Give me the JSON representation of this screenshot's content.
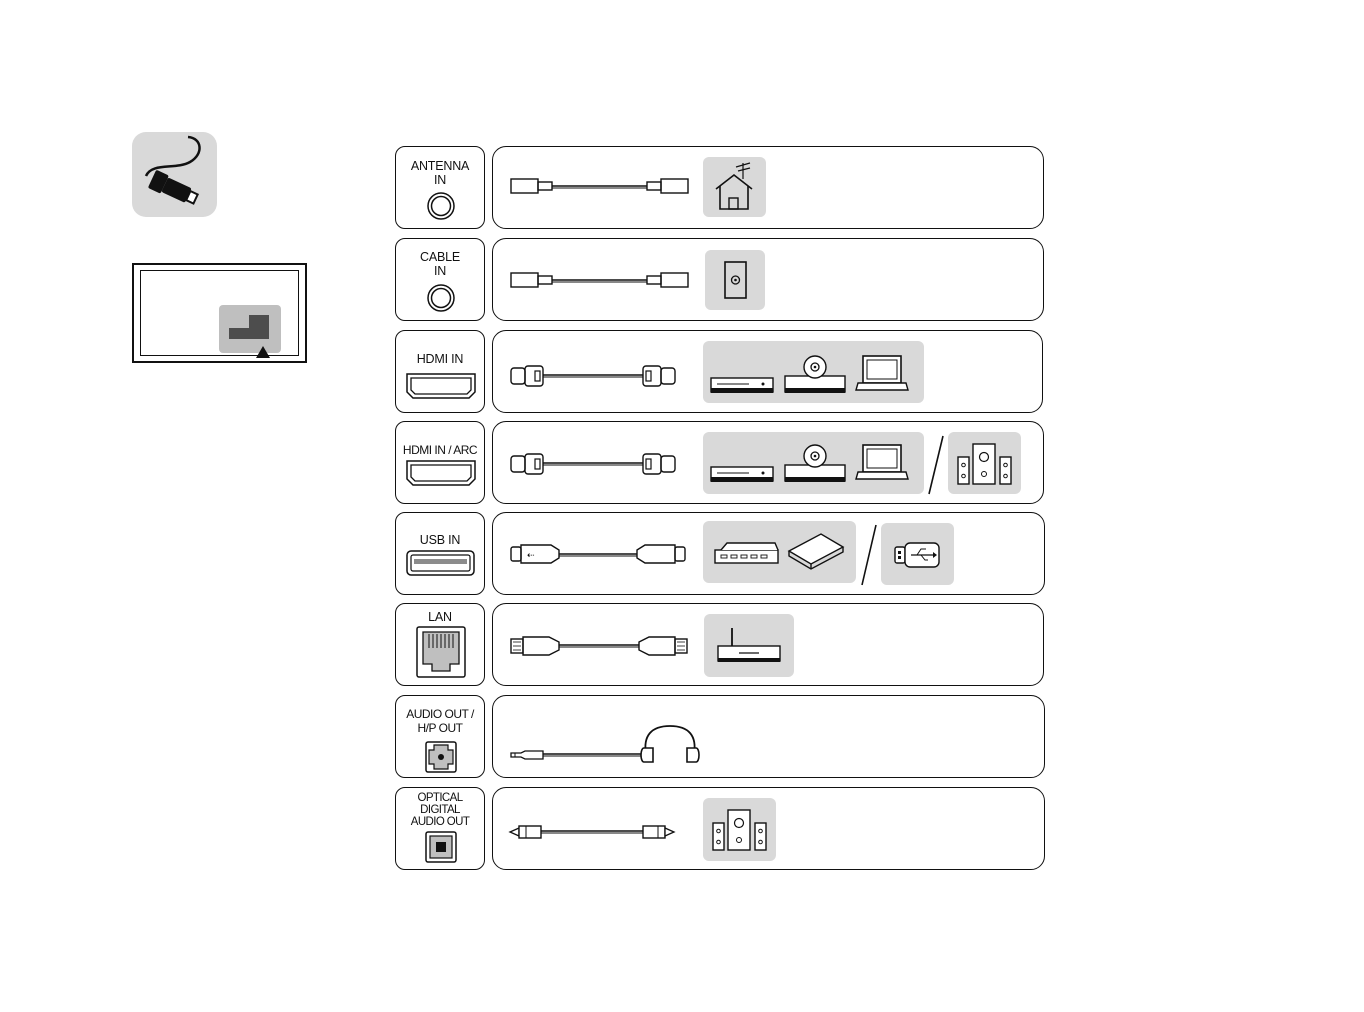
{
  "ports": [
    {
      "id": "antenna",
      "label": "ANTENNA\nIN"
    },
    {
      "id": "cable",
      "label": "CABLE\nIN"
    },
    {
      "id": "hdmi",
      "label": "HDMI IN"
    },
    {
      "id": "hdmi-arc",
      "label": "HDMI IN / ARC"
    },
    {
      "id": "usb",
      "label": "USB IN"
    },
    {
      "id": "lan",
      "label": "LAN"
    },
    {
      "id": "audio-out",
      "label": "AUDIO OUT /\nH/P OUT"
    },
    {
      "id": "optical",
      "label": "OPTICAL\nDIGITAL\nAUDIO OUT"
    }
  ],
  "icons": {
    "header": "cable-plug-icon",
    "tv": "tv-rear-panel-icon",
    "antenna": "house-antenna-icon",
    "wall": "wall-outlet-icon",
    "settop": "set-top-box-icon",
    "disc": "disc-player-icon",
    "laptop": "laptop-icon",
    "speaker": "speaker-system-icon",
    "hdd": "external-hdd-icon",
    "usb": "usb-stick-icon",
    "router": "router-icon",
    "headphones": "headphones-icon"
  },
  "colors": {
    "tile": "#d9d9d9",
    "line": "#111111"
  }
}
